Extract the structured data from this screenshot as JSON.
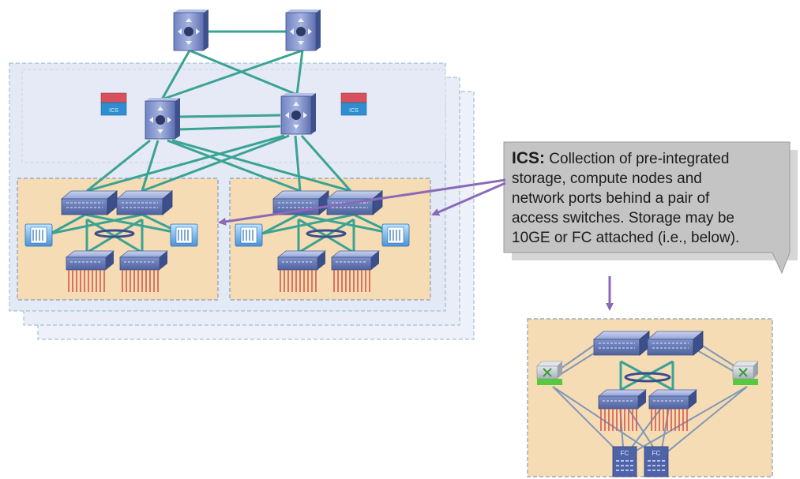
{
  "callout": {
    "title": "ICS:",
    "lines": [
      "Collection of pre-integrated",
      "storage, compute nodes and",
      "network ports behind a pair of",
      "access switches.  Storage may be",
      "10GE or FC attached (i.e., below)."
    ]
  },
  "storage_labels": {
    "fc_left": "FC",
    "fc_right": "FC"
  },
  "service_icons": {
    "left": "ICS",
    "right": "ICS"
  },
  "colors": {
    "link": "#3aa394",
    "arrow": "#8a6ab8",
    "pod_fill": "#f5dcb4",
    "pod_border": "#8a9bb8",
    "frame_fill": "#e4e9f6",
    "callout_fill": "#c4c4c4",
    "switch_blue": "#6f86c4",
    "fc_green": "#58c840"
  }
}
